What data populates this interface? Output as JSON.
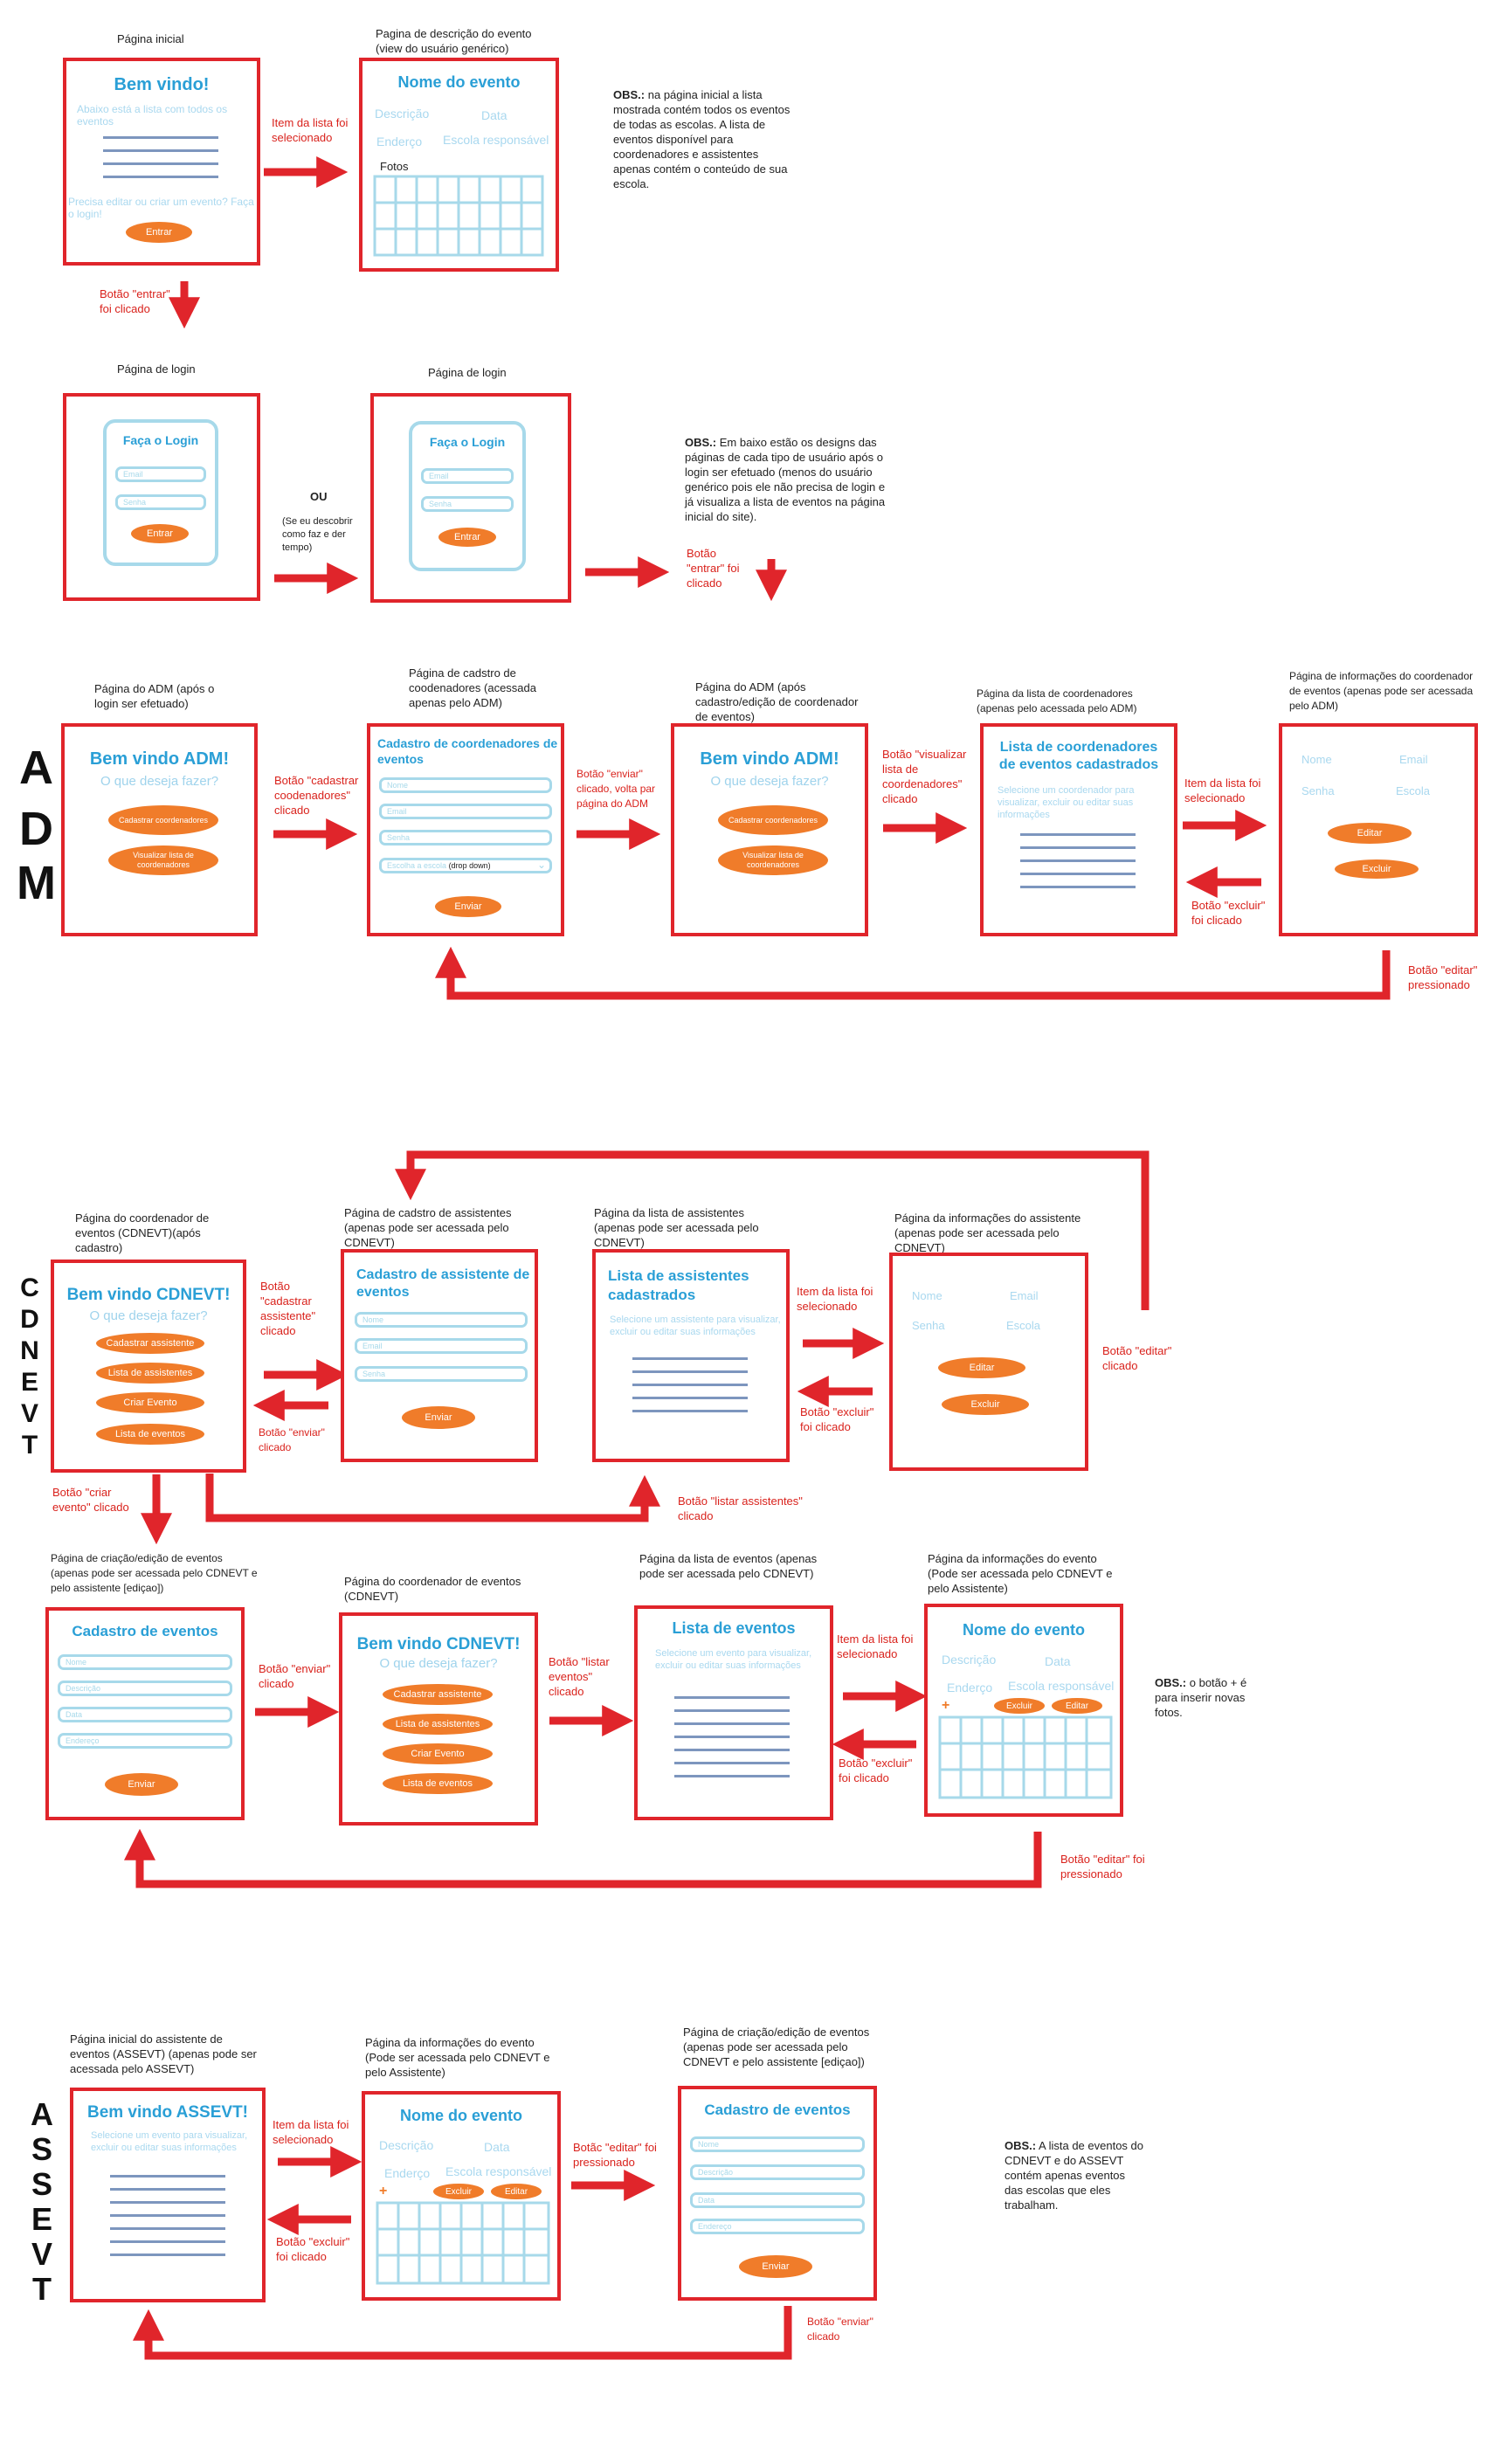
{
  "section_letters": {
    "adm": [
      "A",
      "D",
      "M"
    ],
    "cdnevt": [
      "C",
      "D",
      "N",
      "E",
      "V",
      "T"
    ],
    "assevt": [
      "A",
      "S",
      "S",
      "E",
      "V",
      "T"
    ]
  },
  "top": {
    "home_label": "Página inicial",
    "home_title": "Bem vindo!",
    "home_subtitle": "Abaixo está a lista com todos os eventos",
    "home_hint": "Precisa editar ou criar um evento? Faça o login!",
    "home_button": "Entrar",
    "desc_label": "Pagina de descrição do evento (view do usuário genérico)",
    "event_name": "Nome do evento",
    "f_descricao": "Descrição",
    "f_data": "Data",
    "f_endereco": "Enderço",
    "f_escola": "Escola responsável",
    "f_fotos": "Fotos",
    "item_clicked": "Item da lista foi selecionado",
    "obs1_bold": "OBS.:",
    "obs1": "na página inicial a lista mostrada contém todos os eventos de todas as escolas. A lista de eventos disponível para coordenadores e assistentes apenas contém o conteúdo de sua escola.",
    "entrar_clicked": "Botão \"entrar\" foi clicado"
  },
  "login": {
    "label": "Página de login",
    "title": "Faça o Login",
    "email": "Email",
    "senha": "Senha",
    "button": "Entrar",
    "ou": "OU",
    "ou_note": "(Se eu descobrir como faz e der tempo)",
    "obs2_bold": "OBS.:",
    "obs2": "Em baixo estão os designs das páginas de cada tipo de usuário após o login ser efetuado (menos do usuário genérico pois ele não precisa de login e já visualiza a lista de eventos na página inicial do site).",
    "entrar_clicked": "Botão \"entrar\" foi clicado"
  },
  "adm": {
    "p1_label": "Página do ADM (após o login ser efetuado)",
    "p1_title": "Bem vindo ADM!",
    "p1_sub": "O que deseja fazer?",
    "btn_cadastrar": "Cadastrar coordenadores",
    "btn_visualizar": "Visualizar lista de coordenadores",
    "a1": "Botão \"cadastrar coodenadores\" clicado",
    "p2_label": "Página de cadstro de coodenadores (acessada apenas pelo ADM)",
    "p2_title": "Cadastro de coordenadores de eventos",
    "nome": "Nome",
    "email": "Email",
    "senha": "Senha",
    "escola_dd": "Escolha a escola",
    "dropdown": "(drop down)",
    "enviar": "Enviar",
    "a2": "Botão \"enviar\" clicado, volta par página do ADM",
    "p3_label": "Página do ADM (após cadastro/edição de coordenador de eventos)",
    "a3": "Botão \"visualizar lista de coordenadores\" clicado",
    "p4_label": "Página da lista de coordenadores (apenas pelo acessada pelo ADM)",
    "p4_title": "Lista de coordenadores de eventos cadastrados",
    "p4_sub": "Selecione um coordenador para visualizar, excluir ou editar suas informações",
    "a4": "Item da lista foi selecionado",
    "p5_label": "Página de informações do coordenador de eventos (apenas pode ser acessada pelo ADM)",
    "escola": "Escola",
    "editar": "Editar",
    "excluir": "Excluir",
    "a5": "Botão \"excluir\" foi clicado",
    "a6": "Botão \"editar\" pressionado"
  },
  "cdnevt": {
    "p1_label": "Página do coordenador de eventos (CDNEVT)(após cadastro)",
    "p1_title": "Bem vindo CDNEVT!",
    "p1_sub": "O que deseja fazer?",
    "b1": "Cadastrar assistente",
    "b2": "Lista de assistentes",
    "b3": "Criar Evento",
    "b4": "Lista de eventos",
    "a1": "Botão \"cadastrar assistente\" clicado",
    "a_enviar": "Botão \"enviar\" clicado",
    "p2_label": "Página de cadstro de assistentes (apenas pode ser acessada pelo CDNEVT)",
    "p2_title": "Cadastro de assistente de eventos",
    "nome": "Nome",
    "email": "Email",
    "senha": "Senha",
    "enviar": "Enviar",
    "p3_label": "Página da lista de assistentes (apenas pode ser acessada pelo CDNEVT)",
    "p3_title": "Lista de assistentes cadastrados",
    "p3_sub": "Selecione um assistente para visualizar, excluir ou editar suas informações",
    "a_item": "Item da lista foi selecionado",
    "a_excluir": "Botão \"excluir\" foi clicado",
    "p4_label": "Página da informações do assistente (apenas pode ser acessada pelo CDNEVT)",
    "escola": "Escola",
    "editar": "Editar",
    "excluir": "Excluir",
    "a_editar": "Botão \"editar\" clicado",
    "a_criar": "Botão \"criar evento\" clicado",
    "a_listar_assist": "Botão \"listar assistentes\" clicado",
    "p5_label": "Página de criação/edição de eventos (apenas pode ser acessada pelo CDNEVT e pelo assistente [ediçao])",
    "p5_title": "Cadastro de eventos",
    "descricao": "Descrição",
    "data": "Data",
    "endereco": "Endereço",
    "p6_label": "Página do coordenador de eventos (CDNEVT)",
    "a_listar_eventos": "Botão \"listar eventos\" clicado",
    "p7_label": "Página da lista de eventos (apenas pode ser acessada pelo CDNEVT)",
    "p7_title": "Lista de eventos",
    "p7_sub": "Selecione um evento para visualizar, excluir ou editar suas informações",
    "p8_label": "Página da informações do evento (Pode ser acessada pelo CDNEVT e pelo Assistente)",
    "event_name": "Nome do evento",
    "f_descricao": "Descrição",
    "f_data": "Data",
    "f_endereco": "Enderço",
    "f_escola": "Escola responsável",
    "plus": "+",
    "obs_bold": "OBS.:",
    "obs": "o botão + é para inserir novas fotos.",
    "a_editar_foi": "Botão \"editar\" foi pressionado"
  },
  "assevt": {
    "p1_label": "Página inicial do assistente de eventos (ASSEVT) (apenas pode ser acessada pelo ASSEVT)",
    "p1_title": "Bem vindo ASSEVT!",
    "p1_sub": "Selecione um evento para visualizar, excluir ou editar suas informações",
    "a_item": "Item da lista foi selecionado",
    "a_excluir": "Botão \"excluir\" foi clicado",
    "p2_label": "Página da informações do evento (Pode ser acessada pelo CDNEVT e pelo Assistente)",
    "event_name": "Nome do evento",
    "f_descricao": "Descrição",
    "f_data": "Data",
    "f_endereco": "Enderço",
    "f_escola": "Escola responsável",
    "excluir": "Excluir",
    "editar": "Editar",
    "plus": "+",
    "a_editar": "Botãc \"editar\" foi pressionado",
    "p3_label": "Página de criação/edição de eventos (apenas pode ser acessada pelo CDNEVT e pelo assistente [ediçao])",
    "p3_title": "Cadastro de eventos",
    "nome": "Nome",
    "descricao": "Descrição",
    "data": "Data",
    "endereco": "Endereço",
    "enviar": "Enviar",
    "a_enviar": "Botão \"enviar\" clicado",
    "obs_bold": "OBS.:",
    "obs": "A lista de eventos do CDNEVT e do ASSEVT contém apenas eventos das escolas que eles trabalham."
  },
  "colors": {
    "frame": "#e0252b",
    "accent": "#2a9fd6",
    "button": "#f07c2a",
    "faint": "#a9d8ef",
    "list": "#7d96be",
    "arrow": "#e0252b"
  }
}
